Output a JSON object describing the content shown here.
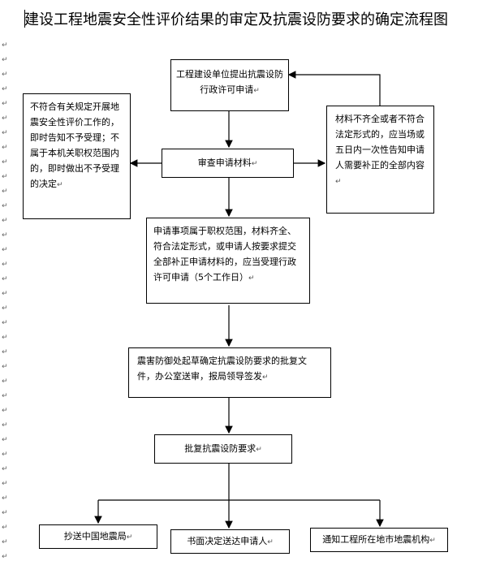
{
  "title": "建设工程地震安全性评价结果的审定及抗震设防要求的确定流程图",
  "paragraph_mark": "↵",
  "nodes": {
    "apply": "工程建设单位提出抗震设防行政许可申请",
    "review": "审查申请材料",
    "reject": "不符合有关规定开展地震安全性评价工作的，即时告知不予受理；不属于本机关职权范围内的，即时做出不予受理的决定",
    "supplement": "材料不齐全或者不符合法定形式的，应当场或五日内一次性告知申请人需要补正的全部内容",
    "accept": "申请事项属于职权范围，材料齐全、符合法定形式，或申请人按要求提交全部补正申请材料的，应当受理行政许可申请（5个工作日）",
    "draft": "震害防御处起草确定抗震设防要求的批复文件，办公室送审，报局领导签发",
    "approve": "批复抗震设防要求",
    "copy_to": "抄送中国地震局",
    "notify_applicant": "书面决定送达申请人",
    "notify_local": "通知工程所在地市地震机构"
  }
}
